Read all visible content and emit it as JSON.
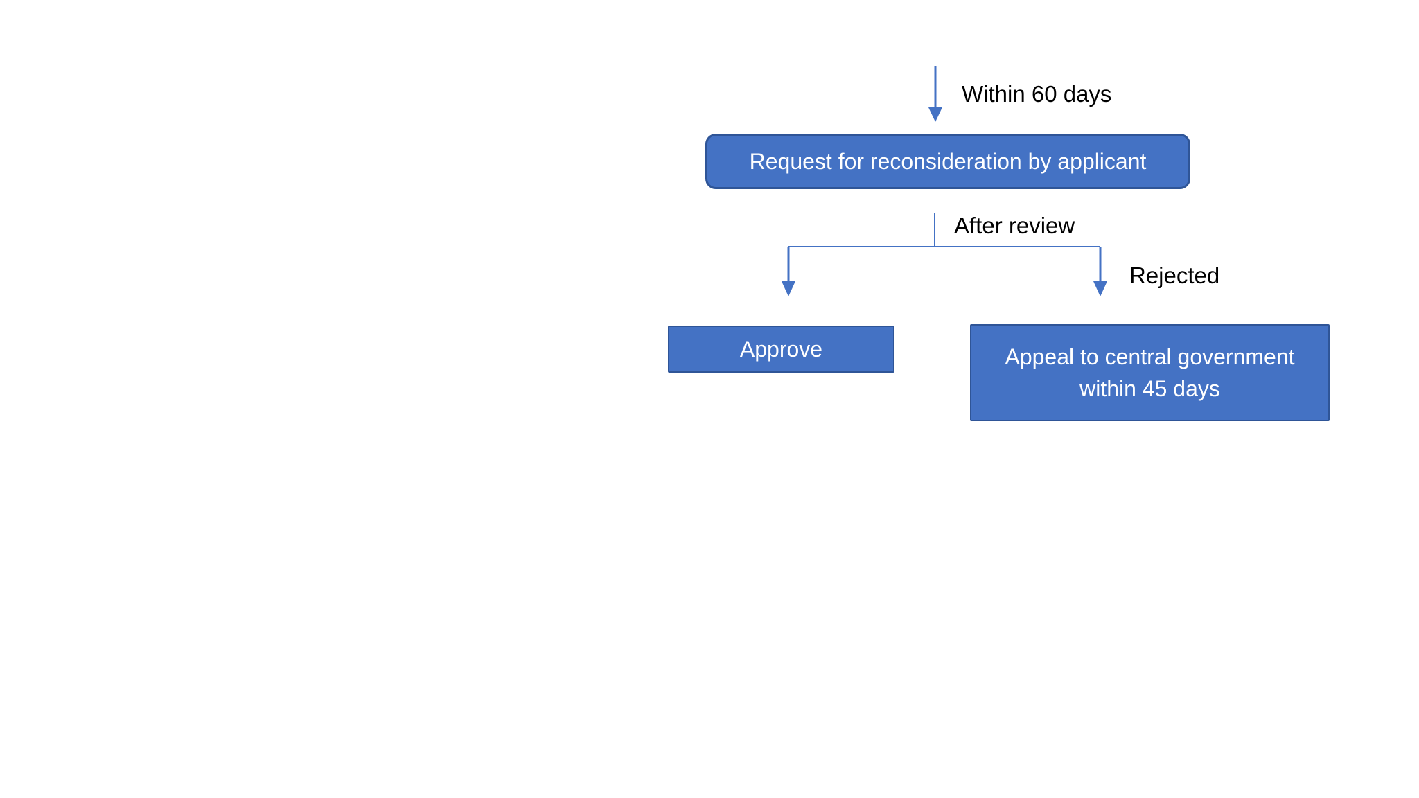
{
  "colors": {
    "node_fill": "#4472C4",
    "node_border": "#2F5597",
    "connector": "#4472C4",
    "node_text": "#ffffff",
    "label_text": "#000000",
    "canvas_bg": "#ffffff"
  },
  "diagram": {
    "labels": {
      "within_60_days": "Within 60 days",
      "after_review": "After review",
      "rejected": "Rejected"
    },
    "nodes": {
      "request": {
        "label": "Request for reconsideration by applicant"
      },
      "approve": {
        "label": "Approve"
      },
      "appeal": {
        "label": "Appeal to central government within 45 days"
      }
    }
  }
}
